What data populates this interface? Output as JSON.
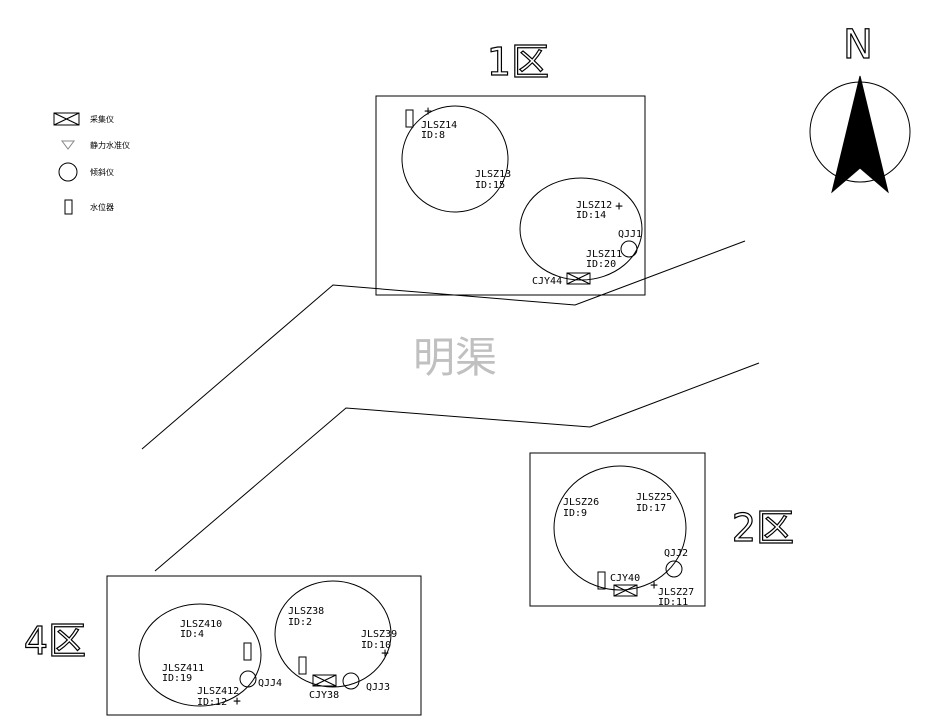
{
  "north_label": "N",
  "canal_label": "明渠",
  "legend": [
    {
      "symbol": "collector",
      "label": "采集仪"
    },
    {
      "symbol": "level-gauge",
      "label": "静力水准仪"
    },
    {
      "symbol": "inclinometer",
      "label": "倾斜仪"
    },
    {
      "symbol": "water-meter",
      "label": "水位器"
    }
  ],
  "zones": {
    "zone1": "1区",
    "zone2": "2区",
    "zone4": "4区"
  },
  "points": {
    "jlsz14": {
      "name": "JLSZ14",
      "id": "ID:8"
    },
    "jlsz13": {
      "name": "JLSZ13",
      "id": "ID:15"
    },
    "jlsz12": {
      "name": "JLSZ12",
      "id": "ID:14"
    },
    "jlsz11": {
      "name": "JLSZ11",
      "id": "ID:20"
    },
    "jlsz26": {
      "name": "JLSZ26",
      "id": "ID:9"
    },
    "jlsz25": {
      "name": "JLSZ25",
      "id": "ID:17"
    },
    "jlsz27": {
      "name": "JLSZ27",
      "id": "ID:11"
    },
    "jlsz410": {
      "name": "JLSZ410",
      "id": "ID:4"
    },
    "jlsz411": {
      "name": "JLSZ411",
      "id": "ID:19"
    },
    "jlsz412": {
      "name": "JLSZ412",
      "id": "ID:12"
    },
    "jlsz38": {
      "name": "JLSZ38",
      "id": "ID:2"
    },
    "jlsz39": {
      "name": "JLSZ39",
      "id": "ID:10"
    }
  },
  "devices": {
    "qjj1": "QJJ1",
    "qjj2": "QJJ2",
    "qjj3": "QJJ3",
    "qjj4": "QJJ4",
    "cjy44": "CJY44",
    "cjy40": "CJY40",
    "cjy38": "CJY38"
  }
}
